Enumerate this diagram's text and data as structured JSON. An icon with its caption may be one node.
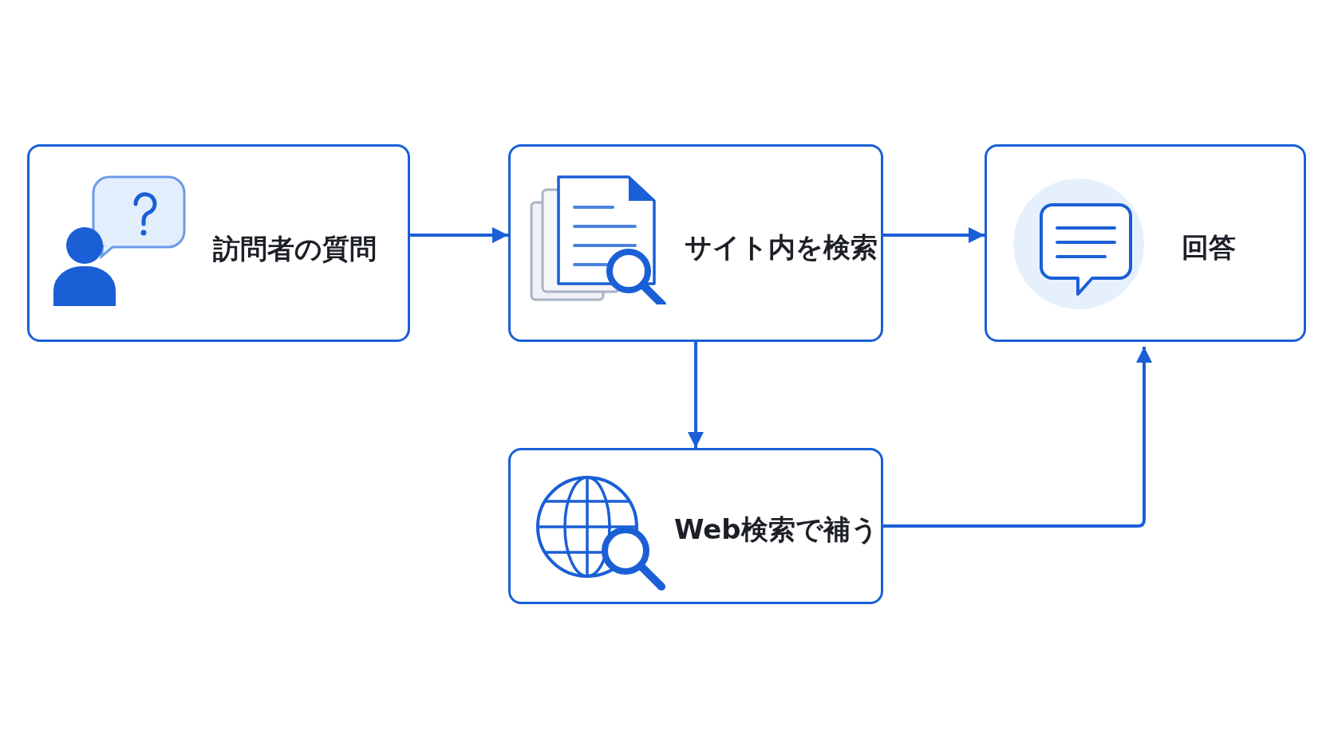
{
  "diagram": {
    "nodes": [
      {
        "text": [
          "訪問者の質問"
        ]
      },
      {
        "text": [
          "サイト内を検索"
        ]
      },
      {
        "text": [
          "回答"
        ]
      },
      {
        "text": [
          "Web検索で補う"
        ]
      }
    ],
    "edges": [
      {
        "from": 0,
        "to": 1,
        "arrow": "to"
      },
      {
        "from": 1,
        "to": 2,
        "arrow": "to"
      },
      {
        "from": 1,
        "to": 3,
        "arrow": "to"
      },
      {
        "from": 3,
        "to": 2,
        "arrow": "to"
      }
    ]
  }
}
